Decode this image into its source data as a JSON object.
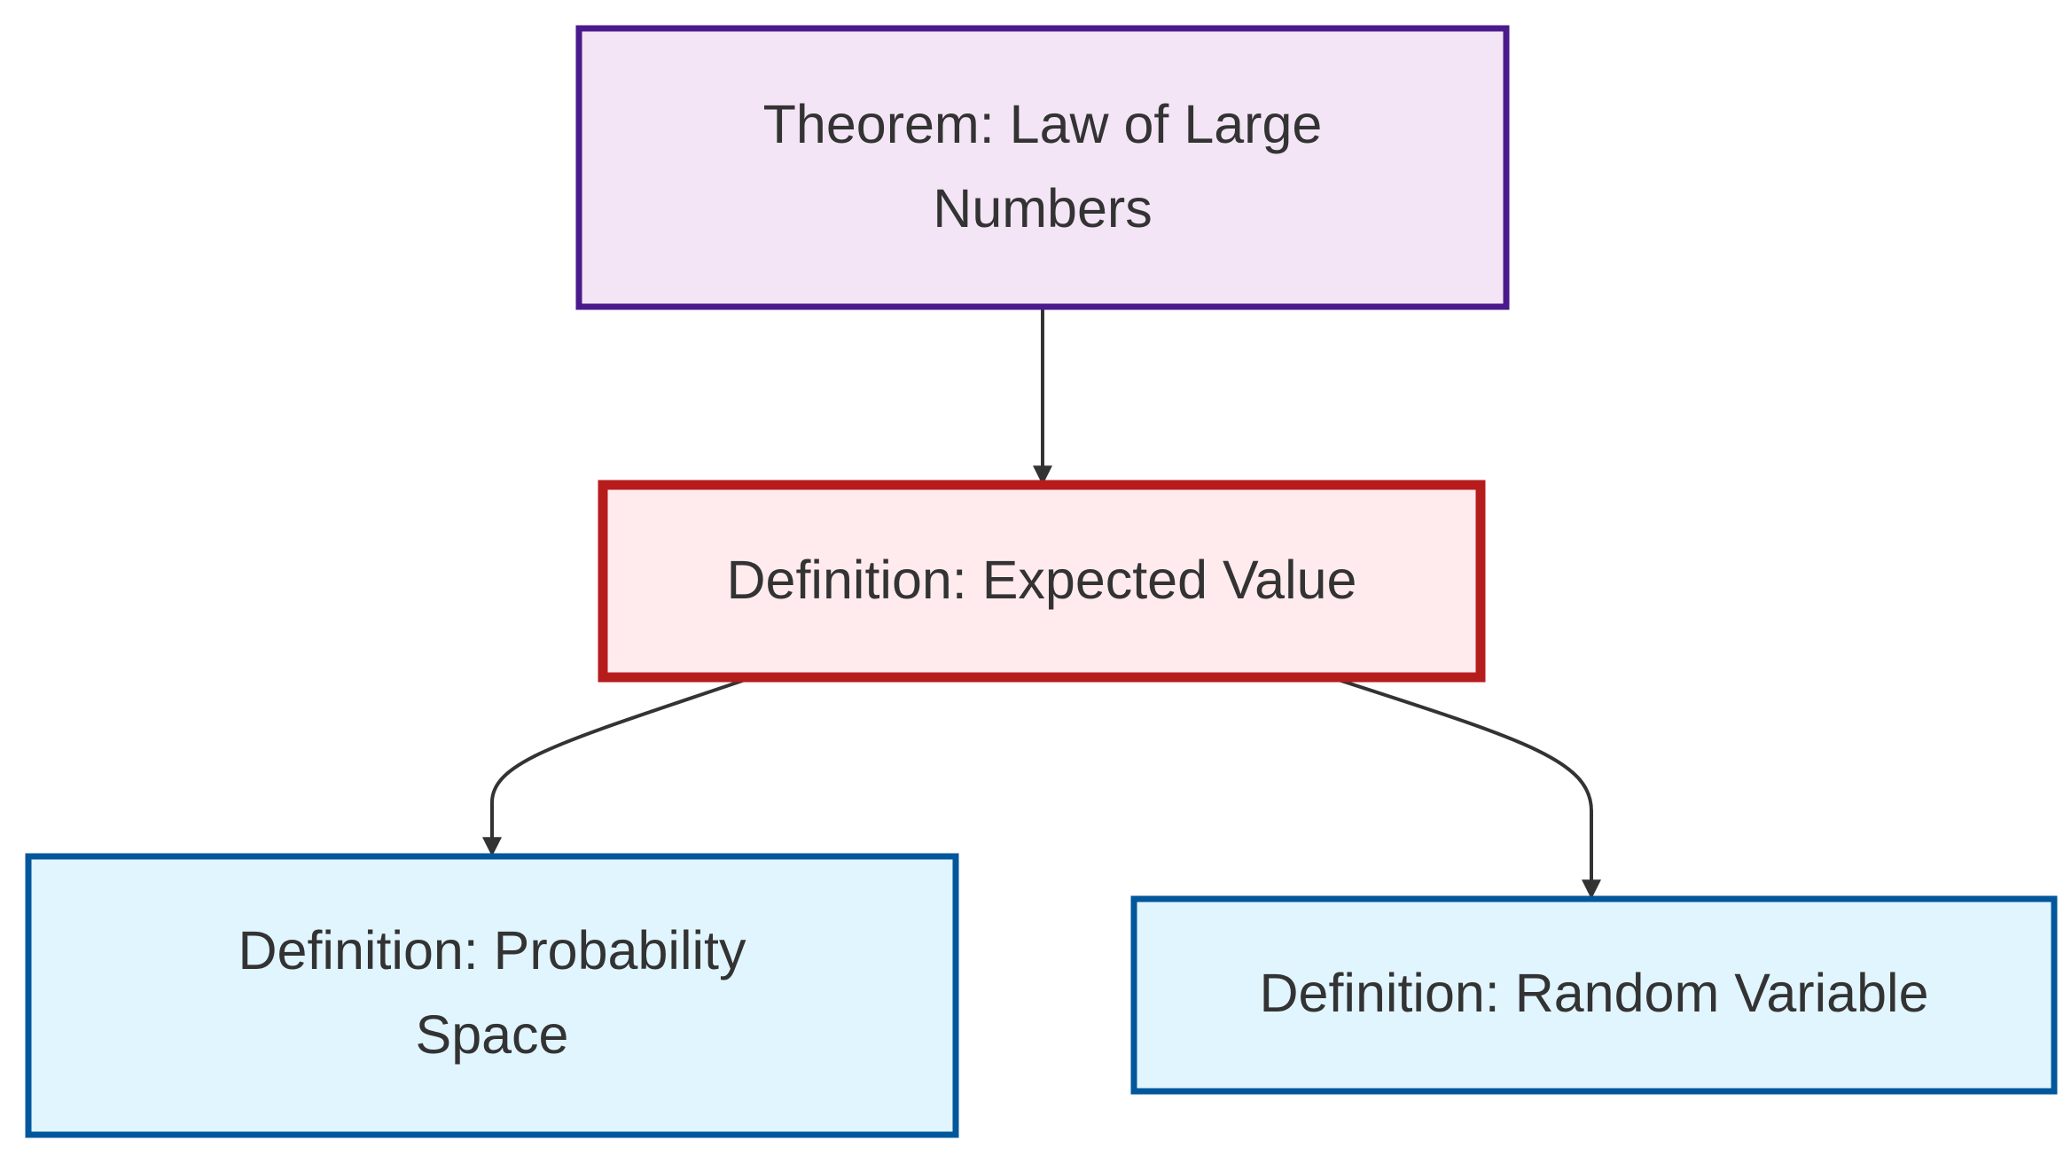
{
  "diagram": {
    "nodes": [
      {
        "id": "theorem-law-of-large-numbers",
        "lines": [
          "Theorem: Law of Large",
          "Numbers"
        ],
        "fill": "#f3e5f5",
        "stroke": "#4a1a8c"
      },
      {
        "id": "definition-expected-value",
        "lines": [
          "Definition: Expected Value"
        ],
        "fill": "#ffebee",
        "stroke": "#b71c1c"
      },
      {
        "id": "definition-probability-space",
        "lines": [
          "Definition: Probability",
          "Space"
        ],
        "fill": "#e1f5fe",
        "stroke": "#01579b"
      },
      {
        "id": "definition-random-variable",
        "lines": [
          "Definition: Random Variable"
        ],
        "fill": "#e1f5fe",
        "stroke": "#01579b"
      }
    ],
    "edges": [
      {
        "from": "theorem-law-of-large-numbers",
        "to": "definition-expected-value"
      },
      {
        "from": "definition-expected-value",
        "to": "definition-probability-space"
      },
      {
        "from": "definition-expected-value",
        "to": "definition-random-variable"
      }
    ],
    "edge_color": "#333333"
  }
}
